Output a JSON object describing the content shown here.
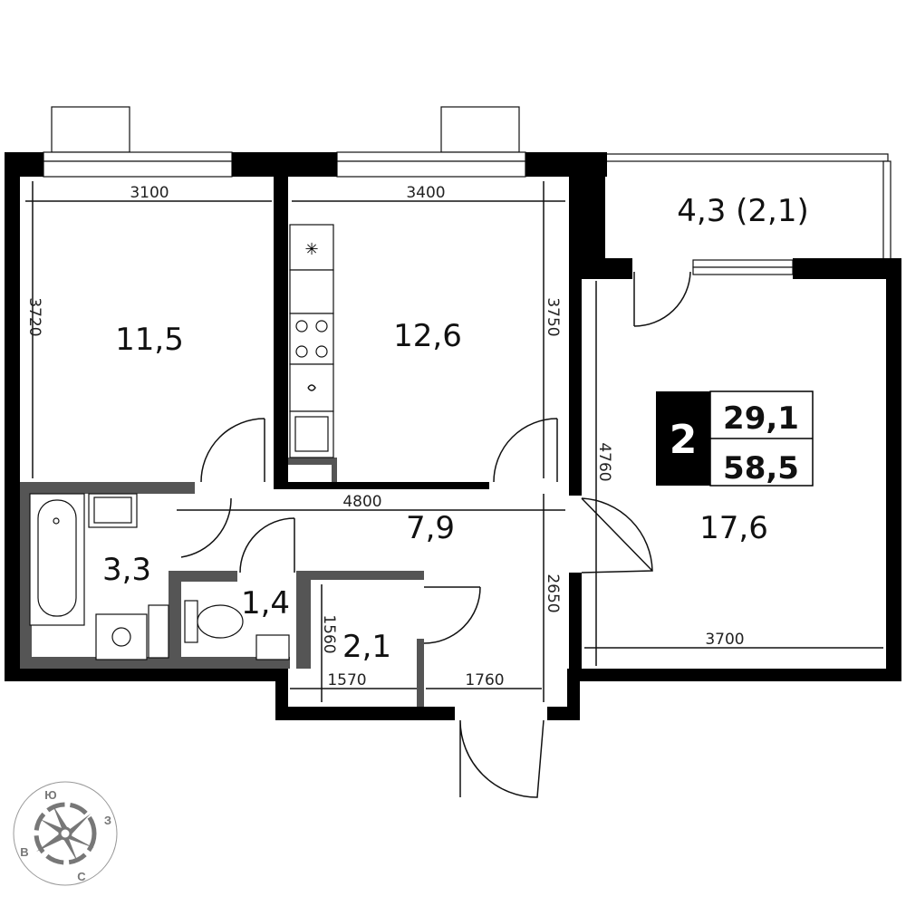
{
  "rooms": {
    "bedroom": "11,5",
    "kitchen": "12,6",
    "balcony": "4,3 (2,1)",
    "living": "17,6",
    "hall": "7,9",
    "bathroom": "3,3",
    "toilet": "1,4",
    "storage": "2,1"
  },
  "dimensions": {
    "bedroom_width": "3100",
    "bedroom_height": "3720",
    "kitchen_width": "3400",
    "kitchen_height": "3750",
    "hall_length": "4800",
    "living_height": "4760",
    "living_width": "3700",
    "hall_height": "2650",
    "storage_height": "1560",
    "storage_width": "1570",
    "entry_width": "1760"
  },
  "badge": {
    "rooms_count": "2",
    "living_area": "29,1",
    "total_area": "58,5"
  },
  "compass": {
    "south": "Ю",
    "west": "З",
    "east": "В",
    "north": "С"
  },
  "colors": {
    "wall": "#000000",
    "partition": "#555555",
    "compass": "#777777"
  }
}
